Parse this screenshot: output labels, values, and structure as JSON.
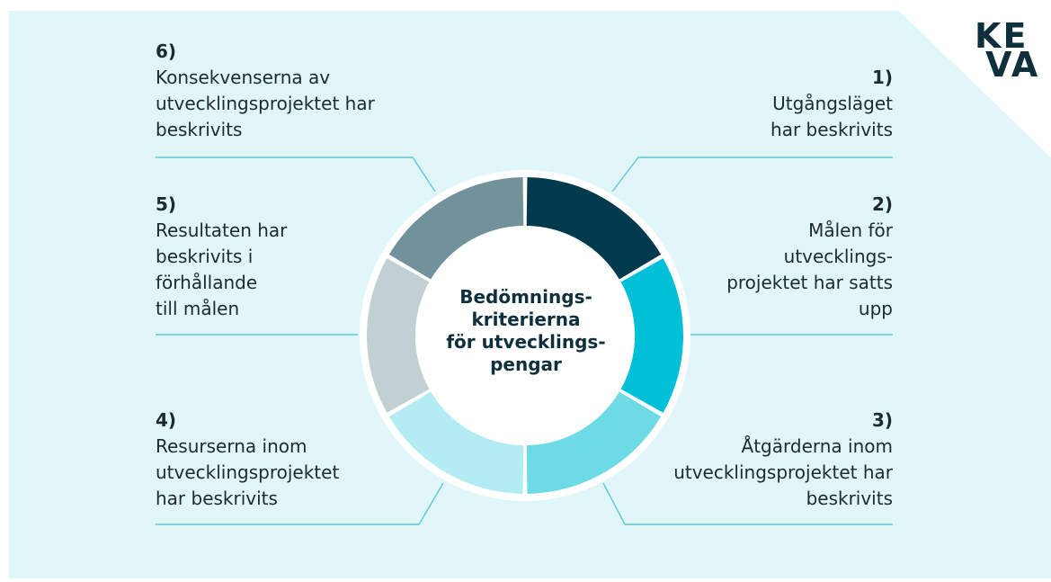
{
  "diagram": {
    "center_title": "Bedömnings-\nkriterierna\nför utvecklings-\npengar",
    "items": [
      {
        "number": "1)",
        "text": "Utgångsläget\nhar beskrivits"
      },
      {
        "number": "2)",
        "text": "Målen för\nutvecklings-\nprojektet har satts\nupp"
      },
      {
        "number": "3)",
        "text": "Åtgärderna inom\nutvecklingsprojektet har\nbeskrivits"
      },
      {
        "number": "4)",
        "text": "Resurserna inom\nutvecklingsprojektet\nhar beskrivits"
      },
      {
        "number": "5)",
        "text": "Resultaten har\nbeskrivits i\nförhållande\ntill målen"
      },
      {
        "number": "6)",
        "text": "Konsekvenserna av\nutvecklingsprojektet har\nbeskrivits"
      }
    ],
    "segment_colors": [
      "#003a4c",
      "#00c0d8",
      "#6ddbe6",
      "#b3ecf2",
      "#c2d0d4",
      "#71919b"
    ],
    "background_color": "#e0f6f8",
    "line_color": "#5fc8d8"
  },
  "logo": {
    "line1": "KE",
    "line2": "VA"
  }
}
